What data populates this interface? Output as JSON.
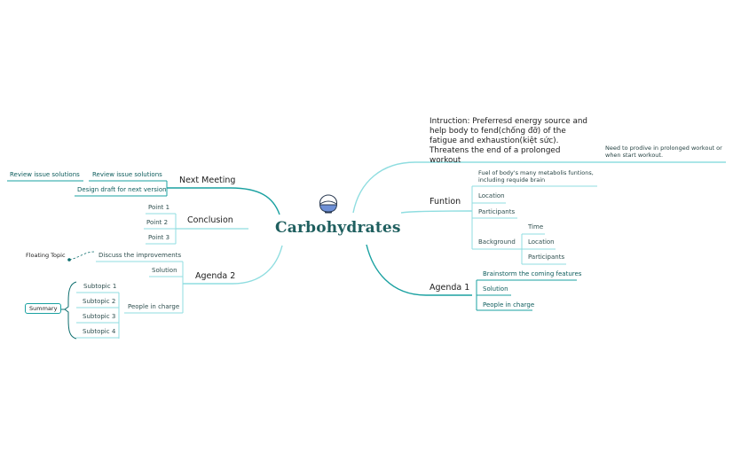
{
  "central_topic": "Carbohydrates",
  "central_icon": "rice-bowl-icon",
  "colors": {
    "branch_dark": "#1aa1a1",
    "branch_light": "#8fdde0",
    "accent": "#0d6e6e"
  },
  "right": {
    "intro": {
      "text": "Intruction: Preferresd energy source and help body to fend(chống đỡ) of the fatigue and exhaustion(kiệt sức). Threatens the end of a prolonged workout",
      "note": "Need to prodive in prolonged workout or when start workout."
    },
    "funtion": {
      "label": "Funtion",
      "items": [
        "Fuel of body's many metabolis funtions, including requide brain",
        "Location",
        "Participants",
        "Background"
      ],
      "background_children": [
        "Time",
        "Location",
        "Participants"
      ]
    },
    "agenda1": {
      "label": "Agenda 1",
      "items": [
        "Brainstorm the coming features",
        "Solution",
        "People in charge"
      ]
    }
  },
  "left": {
    "next_meeting": {
      "label": "Next Meeting",
      "items": [
        "Review issue solutions",
        "Design draft for next version"
      ],
      "review_child": "Review issue solutions"
    },
    "conclusion": {
      "label": "Conclusion",
      "items": [
        "Point 1",
        "Point 2",
        "Point 3"
      ]
    },
    "agenda2": {
      "label": "Agenda 2",
      "items": [
        "Discuss the improvements",
        "Solution",
        "People in charge"
      ],
      "people_children": [
        "Subtopic 1",
        "Subtopic 2",
        "Subtopic 3",
        "Subtopic 4"
      ]
    }
  },
  "floating_topic": "Floating Topic",
  "summary": "Summary"
}
